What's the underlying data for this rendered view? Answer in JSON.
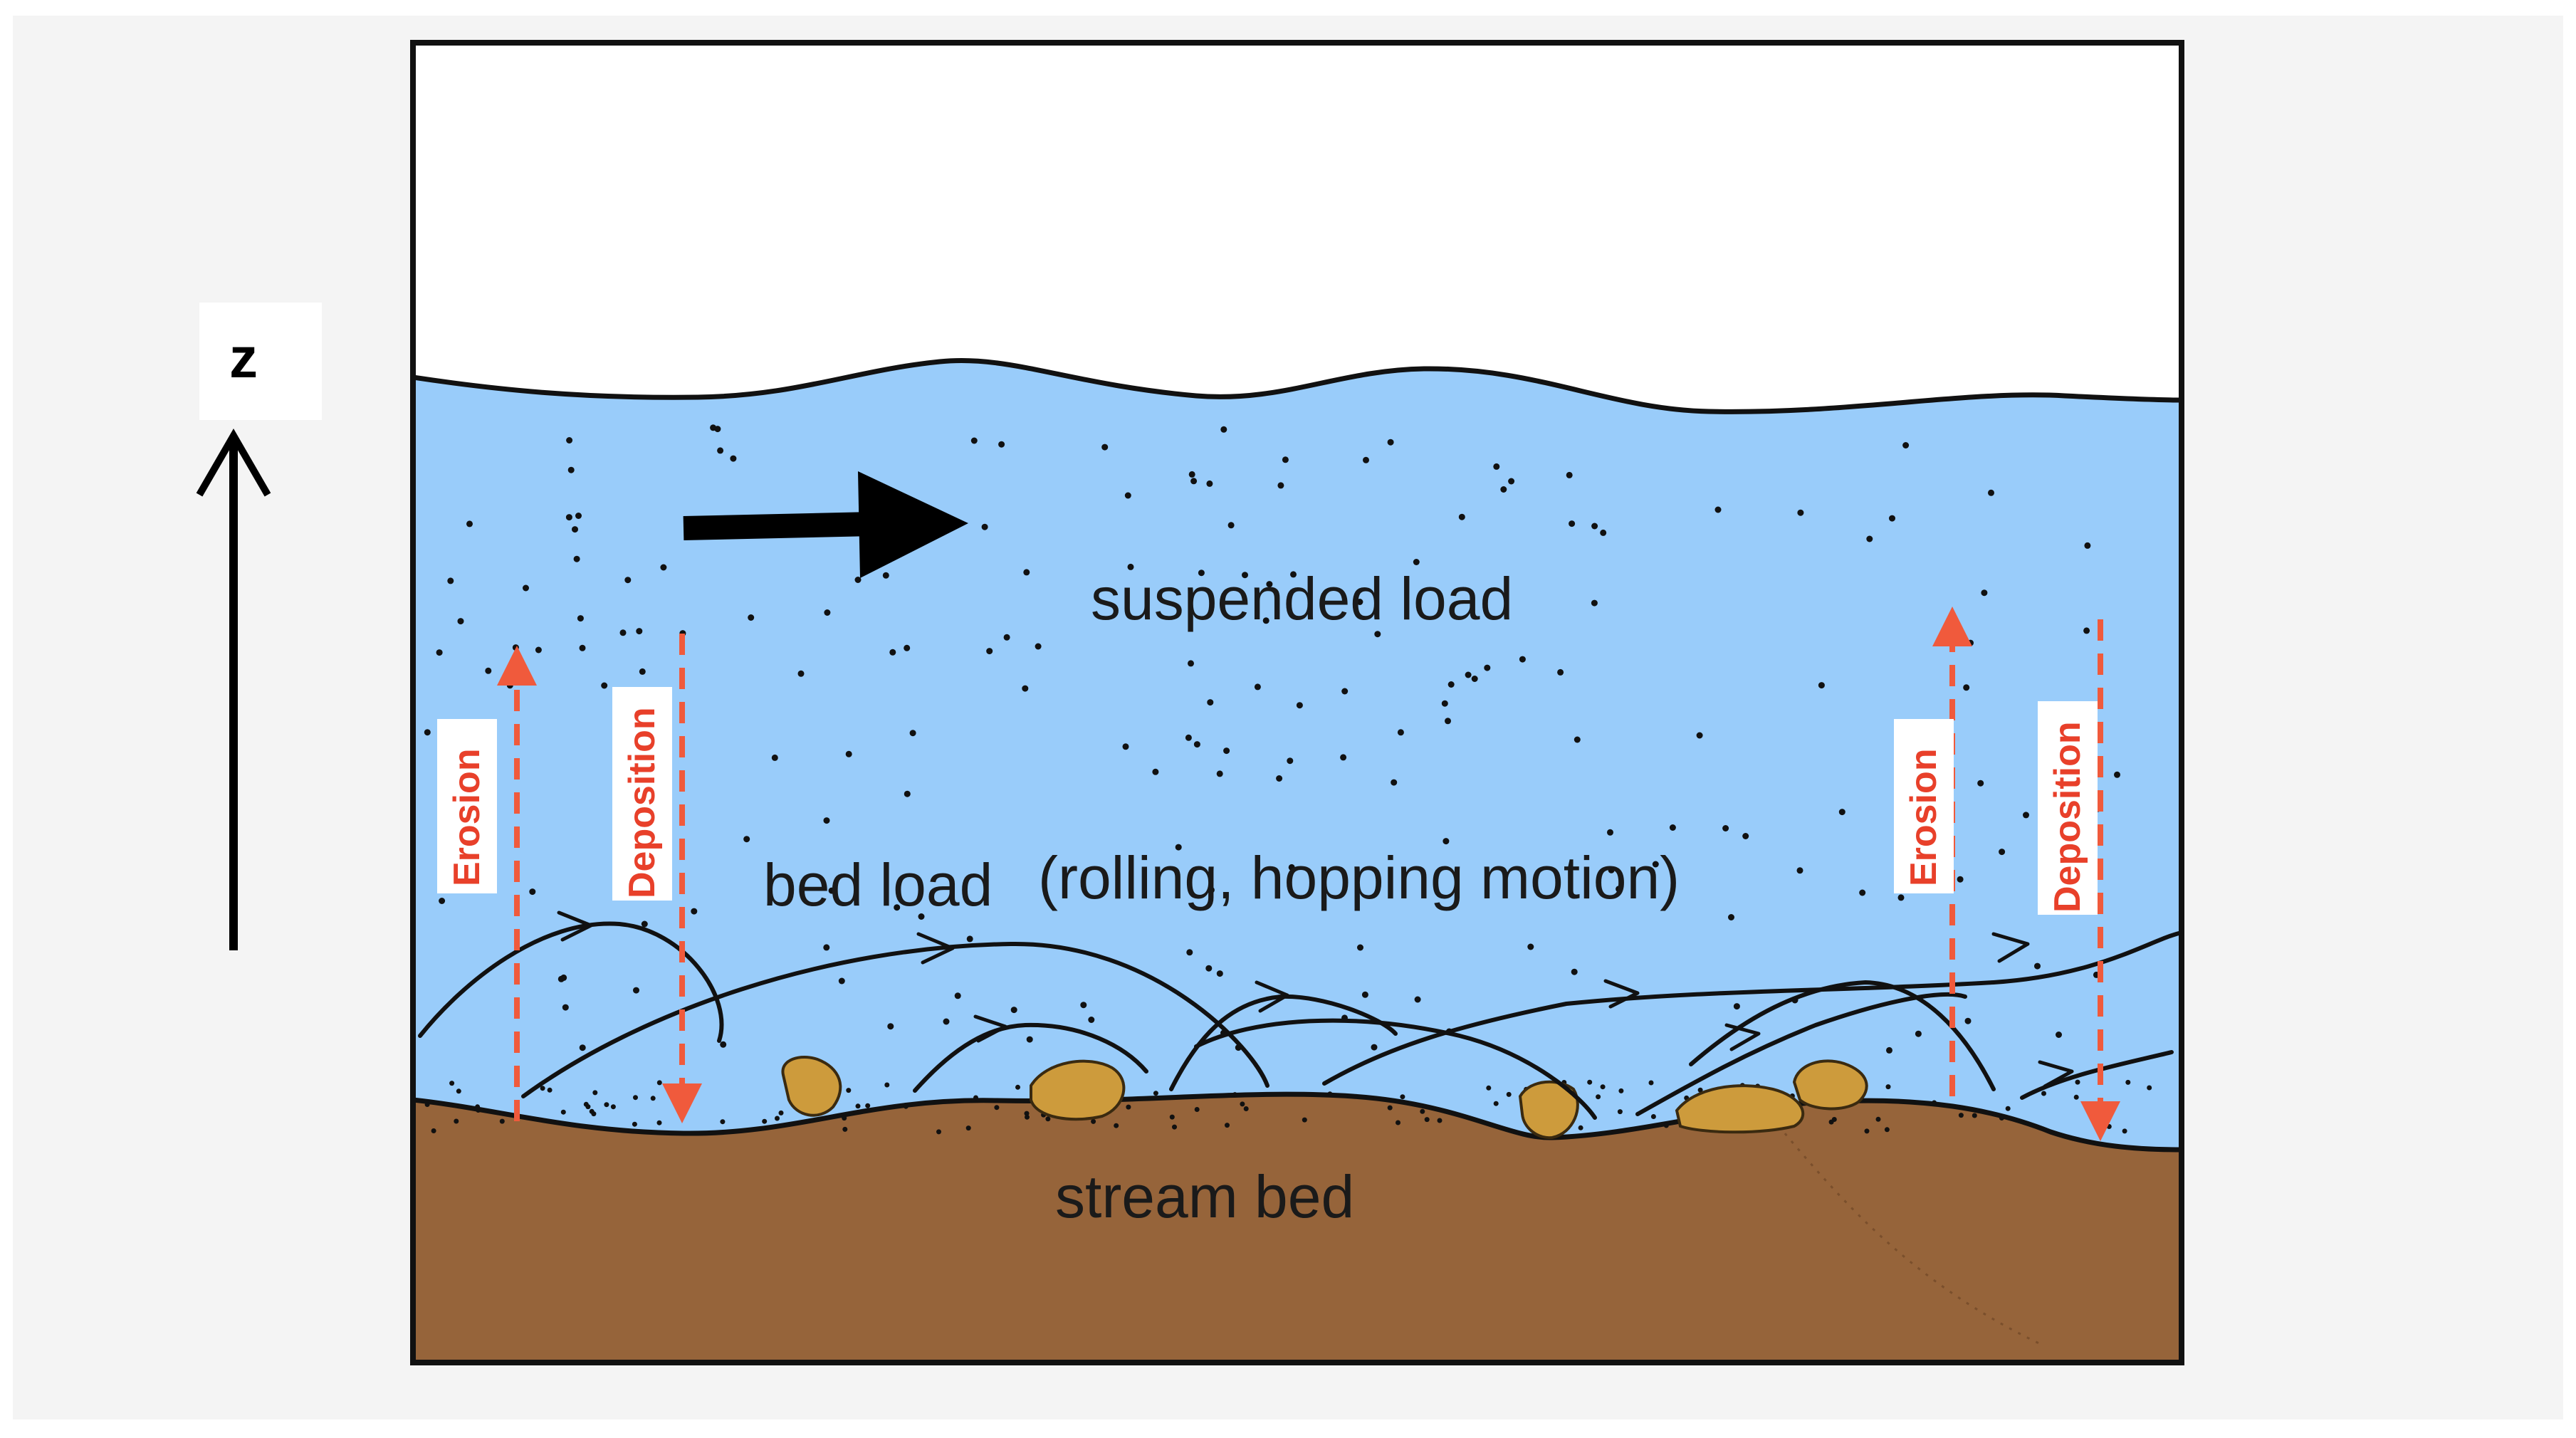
{
  "diagram": {
    "axis_label": "z",
    "labels": {
      "suspended_load": "suspended load",
      "bed_load": "bed load",
      "bed_load_detail": "(rolling, hopping motion)",
      "stream_bed": "stream bed"
    },
    "process_labels": {
      "erosion_left": "Erosion",
      "deposition_left": "Deposition",
      "erosion_right": "Erosion",
      "deposition_right": "Deposition"
    },
    "colors": {
      "sky": "#ffffff",
      "water": "#99ccfa",
      "stream_bed": "#96643a",
      "pebbles": "#cd9b3c",
      "process_arrows": "#f05a3c",
      "outline": "#111111",
      "frame_background": "#f4f4f4"
    }
  }
}
